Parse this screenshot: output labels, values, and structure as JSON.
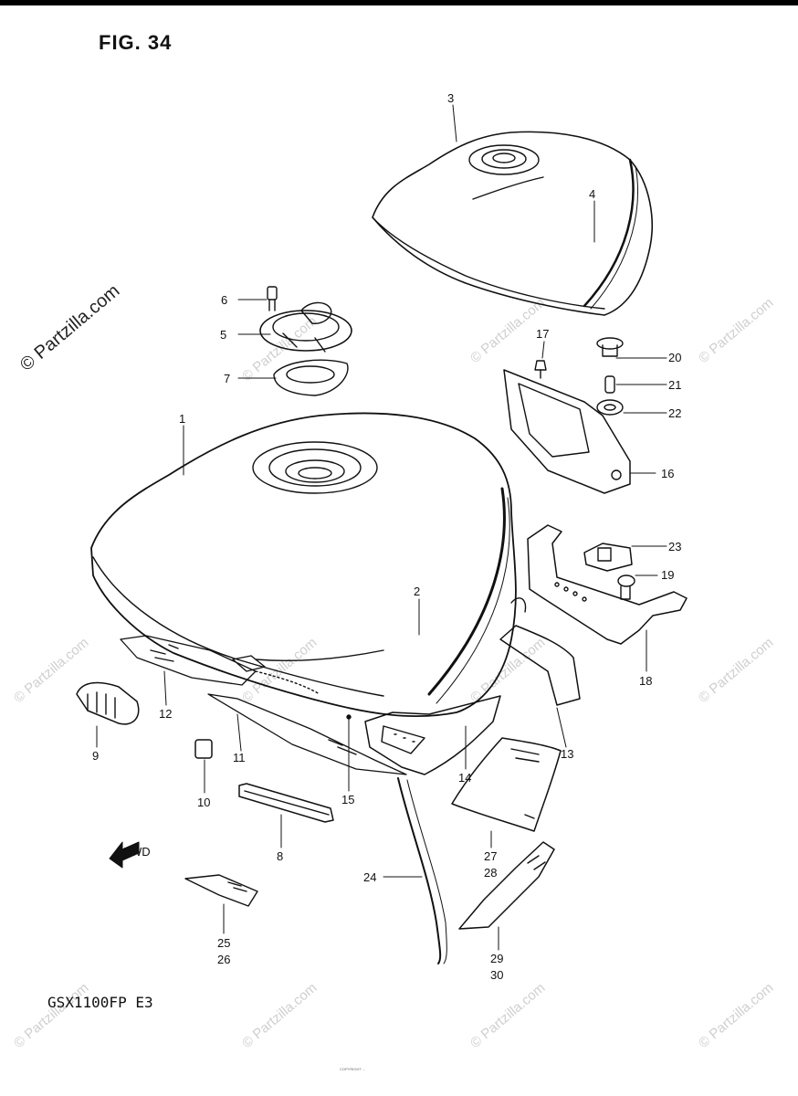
{
  "figure": {
    "title": "FIG. 34",
    "model_code": "GSX1100FP E3"
  },
  "watermark": {
    "main": "© Partzilla.com",
    "repeat": "© Partzilla.com"
  },
  "fwd_label": "FWD",
  "footer_note": "COPYRIGHT ...",
  "callouts": [
    {
      "id": "c1",
      "label": "1"
    },
    {
      "id": "c2",
      "label": "2"
    },
    {
      "id": "c3",
      "label": "3"
    },
    {
      "id": "c4",
      "label": "4"
    },
    {
      "id": "c5",
      "label": "5"
    },
    {
      "id": "c6",
      "label": "6"
    },
    {
      "id": "c7",
      "label": "7"
    },
    {
      "id": "c8",
      "label": "8"
    },
    {
      "id": "c9",
      "label": "9"
    },
    {
      "id": "c10",
      "label": "10"
    },
    {
      "id": "c11",
      "label": "11"
    },
    {
      "id": "c12",
      "label": "12"
    },
    {
      "id": "c13",
      "label": "13"
    },
    {
      "id": "c14",
      "label": "14"
    },
    {
      "id": "c15",
      "label": "15"
    },
    {
      "id": "c16",
      "label": "16"
    },
    {
      "id": "c17",
      "label": "17"
    },
    {
      "id": "c18",
      "label": "18"
    },
    {
      "id": "c19",
      "label": "19"
    },
    {
      "id": "c20",
      "label": "20"
    },
    {
      "id": "c21",
      "label": "21"
    },
    {
      "id": "c22",
      "label": "22"
    },
    {
      "id": "c23",
      "label": "23"
    },
    {
      "id": "c24",
      "label": "24"
    },
    {
      "id": "c25",
      "label": "25"
    },
    {
      "id": "c26",
      "label": "26"
    },
    {
      "id": "c27",
      "label": "27"
    },
    {
      "id": "c28",
      "label": "28"
    },
    {
      "id": "c29",
      "label": "29"
    },
    {
      "id": "c30",
      "label": "30"
    }
  ]
}
